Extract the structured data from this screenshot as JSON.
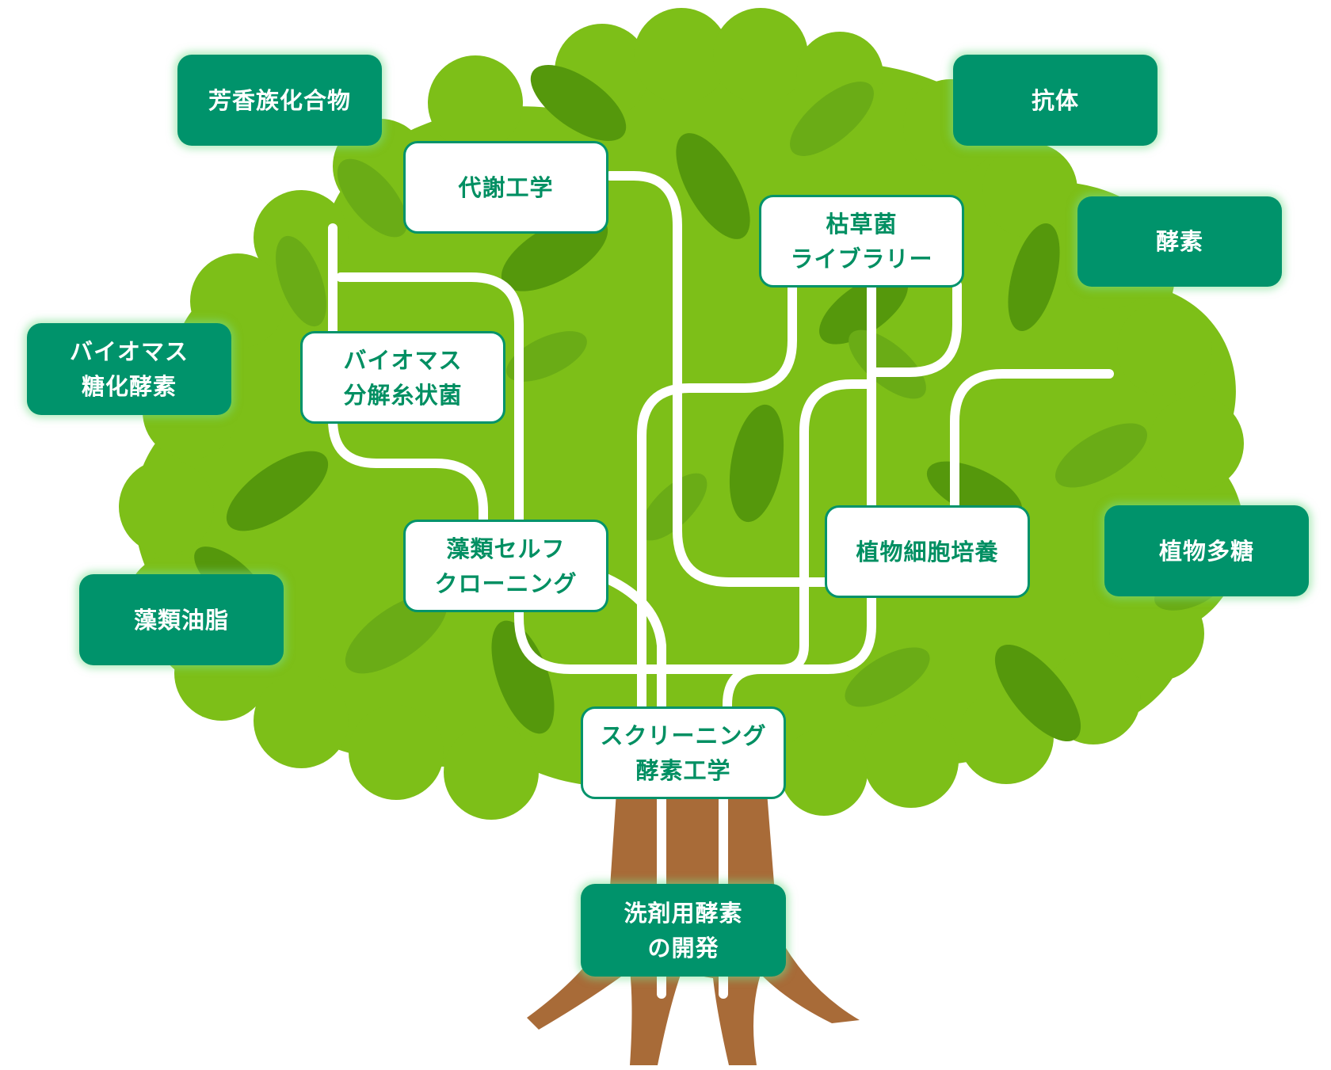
{
  "colors": {
    "canopy": "#7dbf18",
    "leaf_light": "#6aac16",
    "leaf_dark": "#55980c",
    "trunk": "#a86b38",
    "line": "#ffffff",
    "dark_box": "#00936b",
    "white_box_border": "#00936b",
    "white_box_text": "#008f62"
  },
  "outer_topics": {
    "aromatic": {
      "line1": "芳香族化合物"
    },
    "antibody": {
      "line1": "抗体"
    },
    "enzyme": {
      "line1": "酵素"
    },
    "biomass_saccharification": {
      "line1": "バイオマス",
      "line2": "糖化酵素"
    },
    "algae_oil": {
      "line1": "藻類油脂"
    },
    "plant_polysaccharide": {
      "line1": "植物多糖"
    }
  },
  "technologies": {
    "metabolic_engineering": {
      "line1": "代謝工学"
    },
    "bacillus_library": {
      "line1": "枯草菌",
      "line2": "ライブラリー"
    },
    "biomass_fungi": {
      "line1": "バイオマス",
      "line2": "分解糸状菌"
    },
    "algae_cloning": {
      "line1": "藻類セルフ",
      "line2": "クローニング"
    },
    "plant_cell_culture": {
      "line1": "植物細胞培養"
    },
    "screening": {
      "line1": "スクリーニング",
      "line2": "酵素工学"
    }
  },
  "root": {
    "line1": "洗剤用酵素",
    "line2": "の開発"
  }
}
